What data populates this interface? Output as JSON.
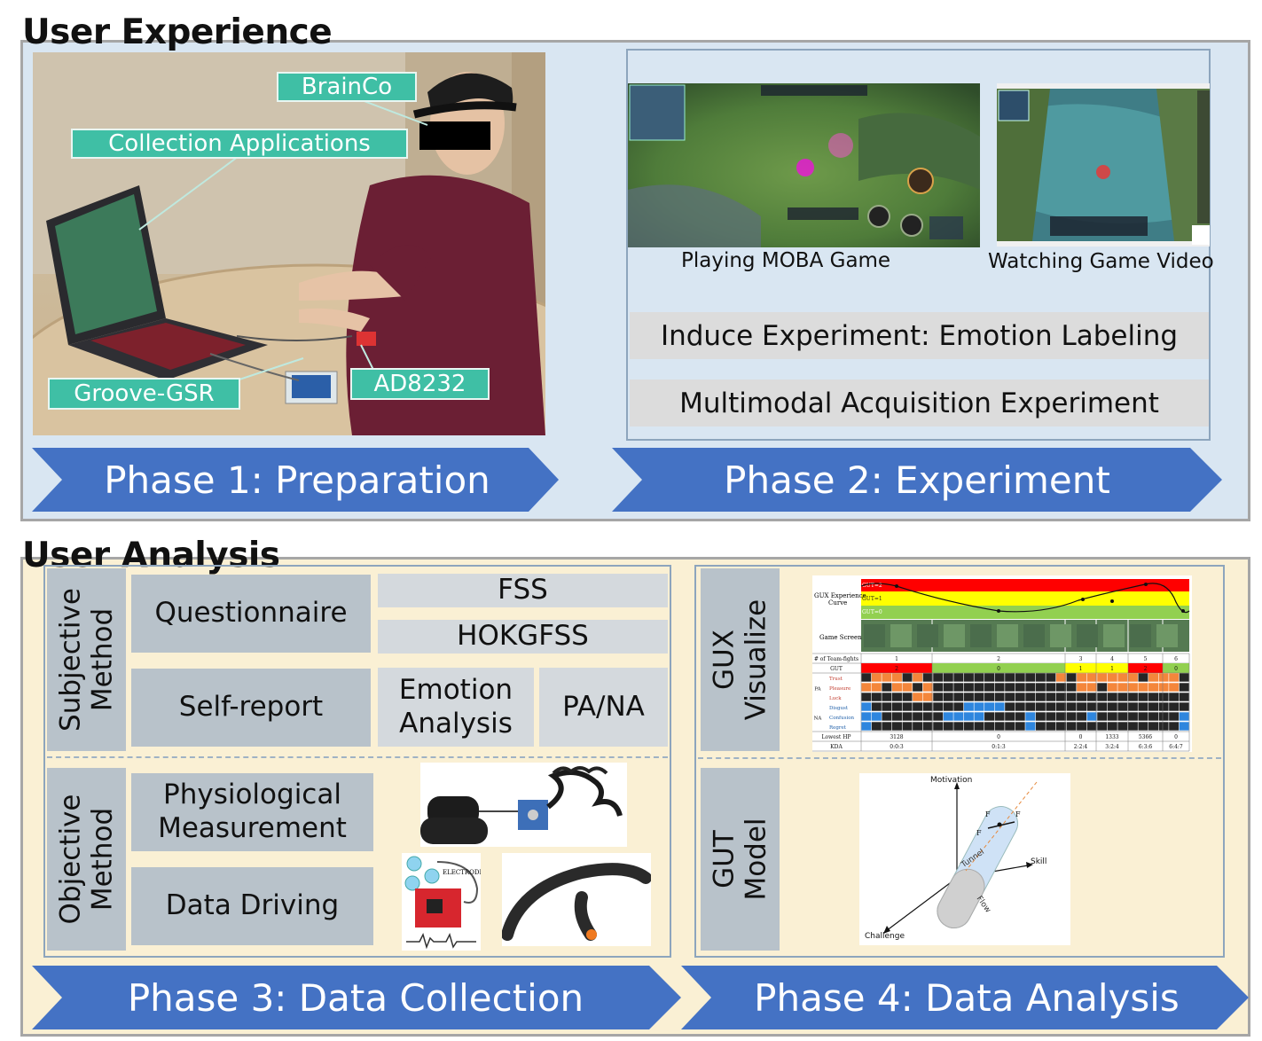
{
  "user_experience": {
    "title": "User Experience",
    "photo_labels": {
      "brainco": "BrainCo",
      "collection": "Collection Applications",
      "groove": "Groove-GSR",
      "ad8232": "AD8232"
    },
    "captions": {
      "playing": "Playing MOBA Game",
      "watching": "Watching Game Video"
    },
    "experiments": {
      "induce": "Induce Experiment: Emotion Labeling",
      "multimodal": "Multimodal Acquisition Experiment"
    },
    "phase1": "Phase 1: Preparation",
    "phase2": "Phase 2: Experiment"
  },
  "user_analysis": {
    "title": "User Analysis",
    "subjective": {
      "heading_line1": "Subjective",
      "heading_line2": "Method",
      "questionnaire": "Questionnaire",
      "fss": "FSS",
      "hokgfss": "HOKGFSS",
      "self_report": "Self-report",
      "emotion_line1": "Emotion",
      "emotion_line2": "Analysis",
      "pana": "PA/NA"
    },
    "objective": {
      "heading_line1": "Objective",
      "heading_line2": "Method",
      "physio_line1": "Physiological",
      "physio_line2": "Measurement",
      "data_driving": "Data Driving",
      "electrodes_label": "ELECTRODES"
    },
    "gux": {
      "heading_line1": "GUX",
      "heading_line2": "Visualize",
      "curve_label_line1": "GUX Experience",
      "curve_label_line2": "Curve",
      "gut_levels": [
        "GUT=2",
        "GUT=1",
        "GUT=0"
      ],
      "game_screen": "Game Screen",
      "rows": {
        "team_fights": "# of Team-fights",
        "gut": "GUT",
        "pa": "PA",
        "na": "NA",
        "trust": "Trust",
        "pleasure": "Pleasure",
        "luck": "Luck",
        "disgust": "Disgust",
        "confusion": "Confusion",
        "regret": "Regret",
        "lowest_hp": "Lowest HP",
        "kda": "KDA"
      },
      "fight_numbers": [
        "1",
        "2",
        "3",
        "4",
        "5",
        "6"
      ],
      "gut_values": [
        "2",
        "0",
        "1",
        "1",
        "2",
        "0"
      ],
      "lowest_hp_values": [
        "3128",
        "0",
        "0",
        "1333",
        "5366",
        "0"
      ],
      "kda_values": [
        "0:0:3",
        "0:1:3",
        "2:2:4",
        "3:2:4",
        "6:3:6",
        "6:4:7"
      ]
    },
    "gut": {
      "heading_line1": "GUT",
      "heading_line2": "Model",
      "motivation": "Motivation",
      "skill": "Skill",
      "challenge": "Challenge",
      "tunnel": "Tunnel",
      "flow": "Flow",
      "fm": "F",
      "fs": "F",
      "fc": "F"
    },
    "phase3": "Phase 3: Data Collection",
    "phase4": "Phase 4: Data Analysis"
  },
  "colors": {
    "arrow_blue": "#4472c4",
    "teal_label": "#3fbfa5",
    "ux_panel": "#d9e6f2",
    "ua_panel": "#faf0d4",
    "method_gray": "#b8c2ca",
    "gut_red": "#ff0000",
    "gut_yellow": "#ffff00",
    "gut_green": "#92d050",
    "pa_orange": "#f4863b",
    "na_blue": "#2e86de"
  },
  "icons": [
    "mouse-icon",
    "headband-icon",
    "gsr-sensor-icon",
    "ecg-sensor-icon"
  ]
}
